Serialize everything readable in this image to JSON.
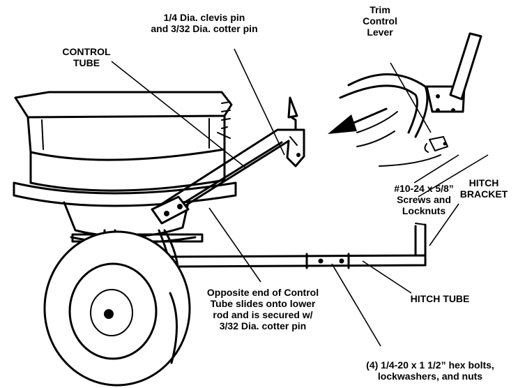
{
  "labels": {
    "clevis_pin": "1/4 Dia. clevis pin\nand  3/32 Dia. cotter pin",
    "trim_lever": "Trim\nControl\nLever",
    "control_tube": "CONTROL\nTUBE",
    "screws": "#10-24 x  5/8”\nScrews and\nLocknuts",
    "hitch_bracket": "HITCH\nBRACKET",
    "opposite_end": "Opposite end of Control\nTube slides onto lower\nrod and is secured w/\n3/32 Dia. cotter pin",
    "hitch_tube": "HITCH TUBE",
    "hex_bolts": "(4) 1/4-20 x 1 1/2” hex bolts,\nlockwashers, and nuts"
  }
}
